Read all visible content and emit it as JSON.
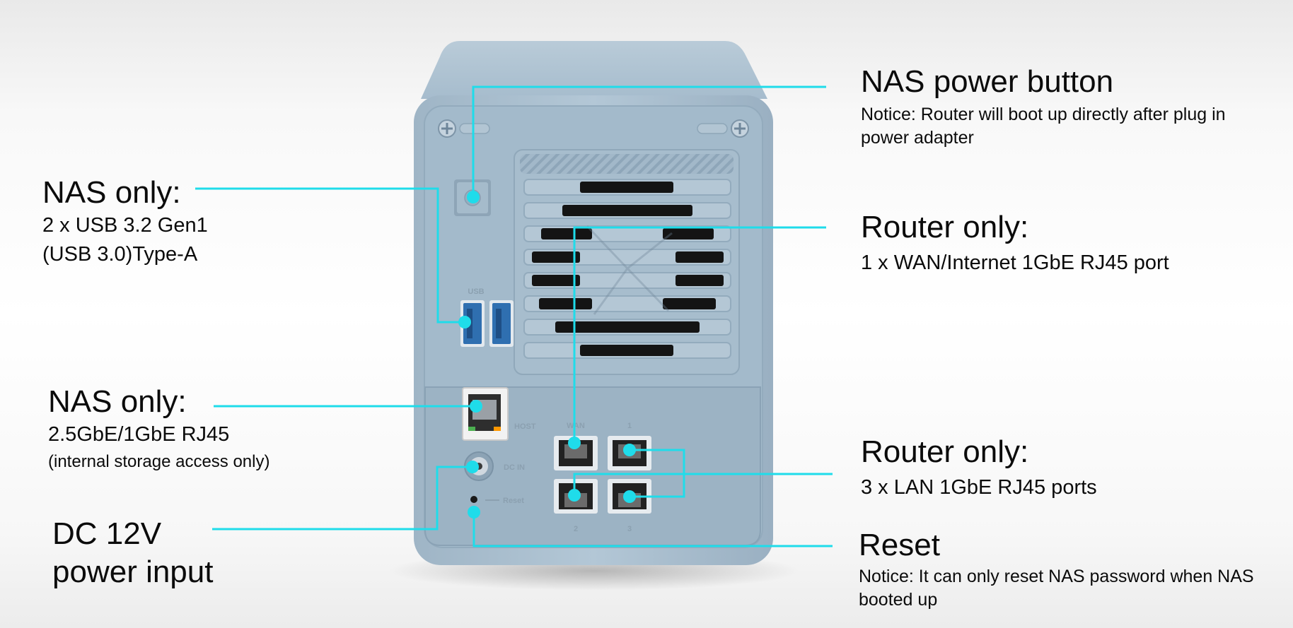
{
  "colors": {
    "callout_line": "#1fdcea",
    "device_body": "#a9c0d1",
    "device_panel": "#9fb7c9",
    "usb_blue": "#2f6fb0"
  },
  "left_labels": {
    "usb": {
      "title": "NAS only:",
      "line1": "2 x USB 3.2 Gen1",
      "line2": "(USB 3.0)Type-A"
    },
    "lan_host": {
      "title": "NAS only:",
      "line1": "2.5GbE/1GbE RJ45",
      "line2": "(internal storage access only)"
    },
    "dc": {
      "line1": "DC 12V",
      "line2": "power input"
    }
  },
  "right_labels": {
    "power": {
      "title": "NAS power button",
      "note": "Notice: Router will boot up directly after plug in power adapter"
    },
    "wan": {
      "title": "Router only:",
      "line1": "1 x WAN/Internet 1GbE RJ45 port"
    },
    "lan": {
      "title": "Router only:",
      "line1": "3 x  LAN 1GbE RJ45 ports"
    },
    "reset": {
      "title": "Reset",
      "note": "Notice: It can only reset NAS password when NAS booted up"
    }
  },
  "device_labels": {
    "usb": "USB",
    "host": "HOST",
    "wan": "WAN",
    "port1": "1",
    "port2": "2",
    "port3": "3",
    "dcin": "DC IN",
    "reset": "Reset"
  }
}
